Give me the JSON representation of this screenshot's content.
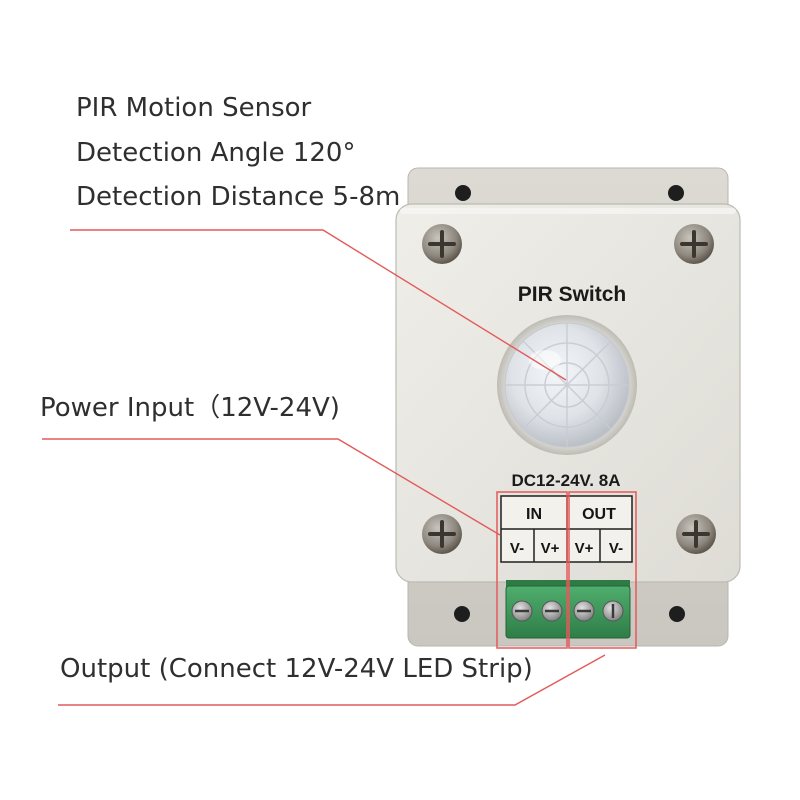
{
  "annotations": {
    "sensor_title": "PIR Motion Sensor",
    "sensor_angle": "Detection Angle 120°",
    "sensor_distance": "Detection Distance 5-8m",
    "power_input": "Power Input（12V-24V)",
    "output": "Output (Connect 12V-24V LED Strip)"
  },
  "device": {
    "label": "PIR Switch",
    "rating": "DC12-24V. 8A",
    "input_group": "IN",
    "output_group": "OUT",
    "in_neg": "V-",
    "in_pos": "V+",
    "out_pos": "V+",
    "out_neg": "V-"
  },
  "colors": {
    "callout_line": "#e35a5a",
    "housing": "#e6e4de",
    "terminal_block": "#3f9a5c"
  }
}
